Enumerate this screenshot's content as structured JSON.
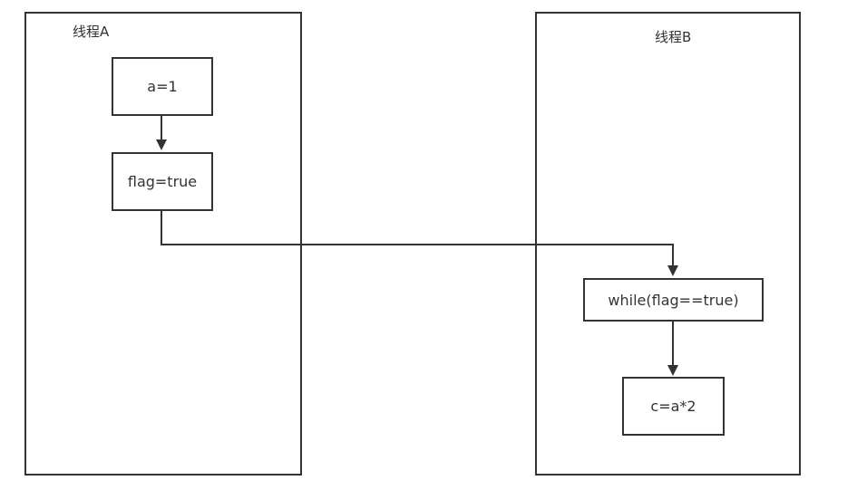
{
  "diagram": {
    "lanes": [
      {
        "id": "A",
        "title": "线程A"
      },
      {
        "id": "B",
        "title": "线程B"
      }
    ],
    "nodes": [
      {
        "id": "n1",
        "lane": "A",
        "label": "a=1"
      },
      {
        "id": "n2",
        "lane": "A",
        "label": "flag=true"
      },
      {
        "id": "n3",
        "lane": "B",
        "label": "while(flag==true)"
      },
      {
        "id": "n4",
        "lane": "B",
        "label": "c=a*2"
      }
    ],
    "edges": [
      {
        "from": "n1",
        "to": "n2"
      },
      {
        "from": "n2",
        "to": "n3"
      },
      {
        "from": "n3",
        "to": "n4"
      }
    ],
    "colors": {
      "stroke": "#333333",
      "background": "#ffffff"
    }
  }
}
